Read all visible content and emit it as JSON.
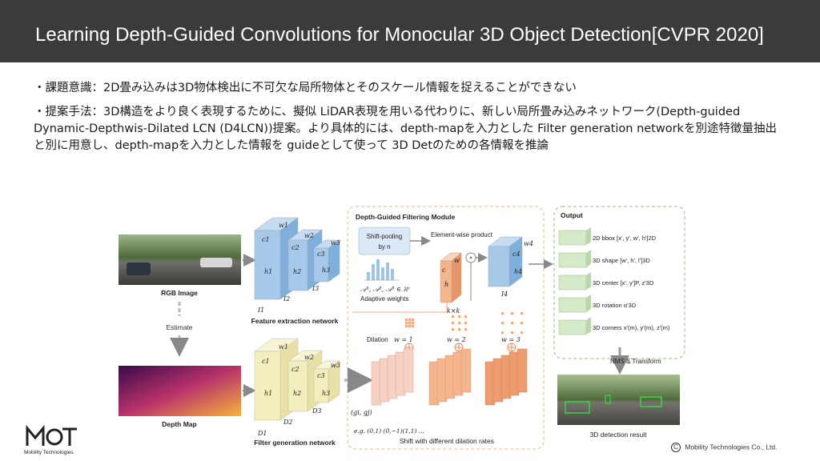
{
  "slide": {
    "title": "Learning Depth-Guided Convolutions for Monocular 3D Object Detection[CVPR 2020]",
    "bullets": [
      "・課題意識：2D畳み込みは3D物体検出に不可欠な局所物体とそのスケール情報を捉えることができない",
      "・提案手法：3D構造をより良く表現するために、擬似 LiDAR表現を用いる代わりに、新しい局所畳み込みネットワーク(Depth-guided Dynamic-Depthwis-Dilated LCN (D4LCN))提案。より具体的には、depth-mapを入力とした Filter generation networkを別途特徴量抽出と別に用意し、depth-mapを入力とした情報を guideとして使って 3D Detのための各情報を推論"
    ]
  },
  "figure": {
    "rgb_label": "RGB Image",
    "estimate_label": "Estimate",
    "depth_label": "Depth Map",
    "feature_net_label": "Feature extraction network",
    "filter_net_label": "Filter generation network",
    "module_title": "Depth-Guided Filtering Module",
    "shift_pooling_label": "Shift-pooling",
    "shift_pooling_sub": "by n",
    "elementwise_label": "Element-wise product",
    "adaptive_formula": "𝒜¹, 𝒜², 𝒜³ ∈ ℝᶜ",
    "adaptive_label": "Adaptive weights",
    "kxk_label": "k×k",
    "dilation_label": "Dilation",
    "w1_label": "w = 1",
    "w2_label": "w = 2",
    "w3_label": "w = 3",
    "gi_gj_label": "(gi, gj)",
    "eg_label": "e.g. (0,1) (0,−1)(1,1) ...",
    "shift_label": "Shift with different dilation rates",
    "output_title": "Output",
    "outputs": [
      "2D bbox [x', y', w', h']2D",
      "3D shape [w', h', l']3D",
      "3D center [x', y']P, z'3D",
      "3D rotation α'3D",
      "3D corners x'(m), y'(m), z'(m)"
    ],
    "nms_label": "NMS & Transform",
    "result_label": "3D detection result",
    "I1": "I1",
    "I2": "I2",
    "I3": "I3",
    "I4": "I4",
    "D1": "D1",
    "D2": "D2",
    "D3": "D3",
    "w1": "w1",
    "w2": "w2",
    "w3": "w3",
    "w4": "w4",
    "c1": "c1",
    "c2": "c2",
    "c3": "c3",
    "c4": "c4",
    "h1": "h1",
    "h2": "h2",
    "h3": "h3",
    "h4": "h4",
    "w_lbl": "w",
    "c_lbl": "c",
    "h_lbl": "h"
  },
  "footer": {
    "logo_text": "MoT",
    "logo_subtext": "Mobility Technologies",
    "copyright": "Mobility Technologies Co., Ltd.",
    "copyright_symbol": "C"
  },
  "colors": {
    "title_bg": "#3b3b3b",
    "feature_blue": "#9fc4e8",
    "filter_yellow": "#f3eebd",
    "shift_orange": "#f4b48c",
    "shift_pink": "#f6d3c1",
    "output_green": "#d5eac9",
    "dashed_orange": "#f0c89e",
    "dashed_green": "#a9cf95"
  }
}
